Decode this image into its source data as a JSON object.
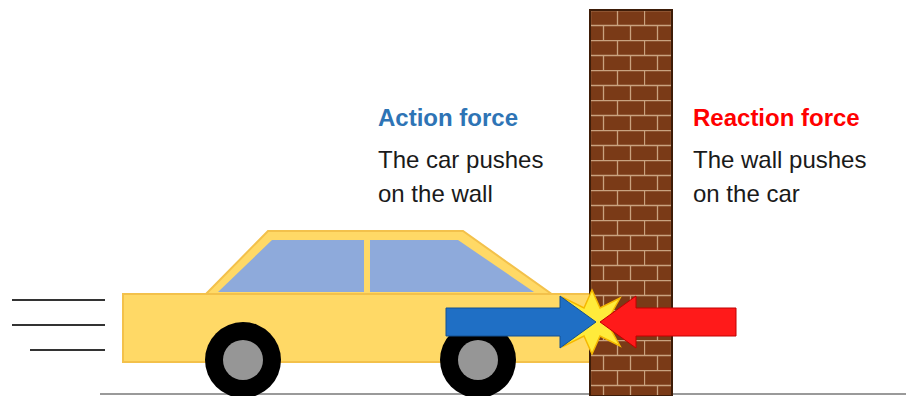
{
  "diagram": {
    "labels": [
      "Action force",
      "The car pushes on the wall",
      "Reaction force",
      "The wall pushes on the car"
    ]
  }
}
